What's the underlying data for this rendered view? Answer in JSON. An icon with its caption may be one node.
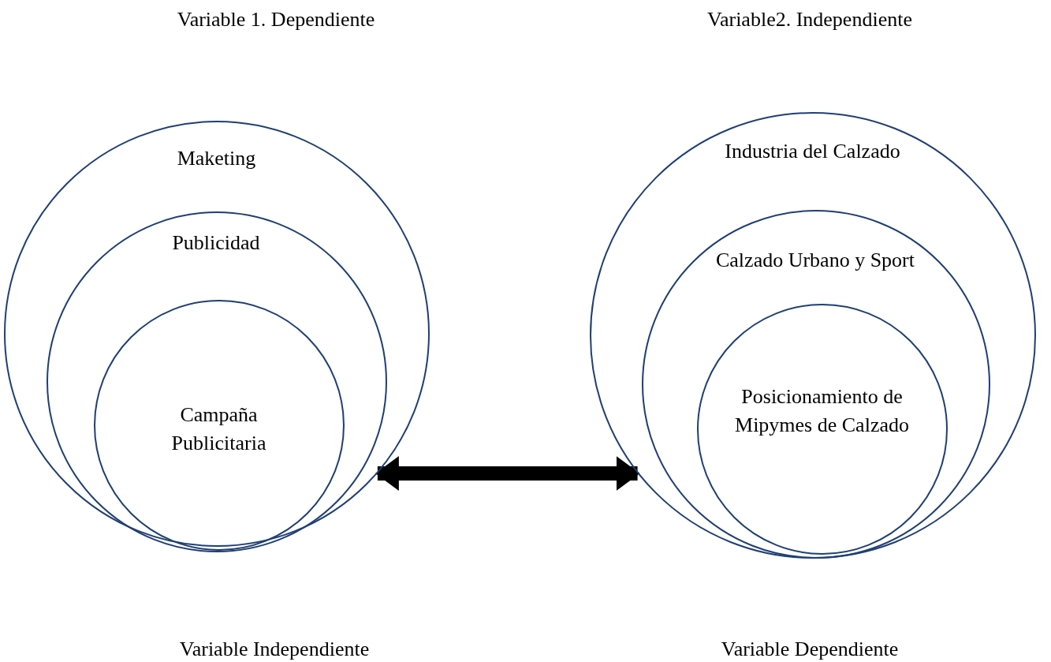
{
  "diagram": {
    "nodes": [
      {
        "text": [
          "Maketing"
        ]
      },
      {
        "text": [
          "Publicidad"
        ],
        "in": 0
      },
      {
        "text": [
          "Campaña Publicitaria"
        ],
        "in": 1
      },
      {
        "text": [
          "Industria del Calzado"
        ]
      },
      {
        "text": [
          "Calzado Urbano y Sport"
        ],
        "in": 3
      },
      {
        "text": [
          "Posicionamiento de Mipymes de Calzado"
        ],
        "in": 4
      }
    ],
    "edges": [
      {
        "from": 0,
        "to": 3,
        "arrow": "both"
      }
    ],
    "labels": [
      "Variable 1. Dependiente",
      "Variable2. Independiente",
      "Variable Independiente",
      "Variable Dependiente"
    ]
  }
}
